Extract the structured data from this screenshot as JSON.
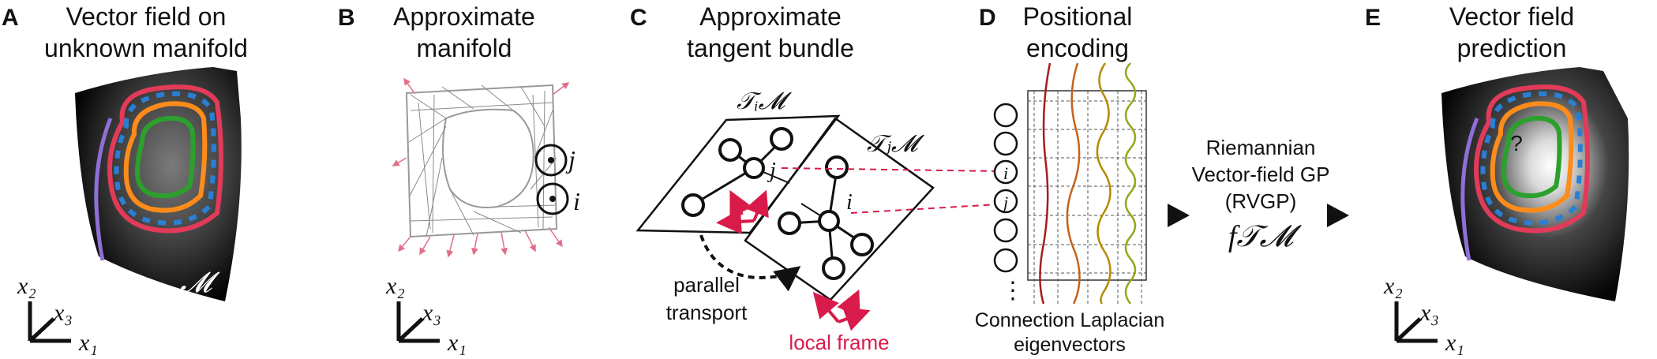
{
  "panels": [
    {
      "letter": "A",
      "title_line1": "Vector field on",
      "title_line2": "unknown manifold",
      "manifold_symbol": "𝓜"
    },
    {
      "letter": "B",
      "title_line1": "Approximate",
      "title_line2": "manifold",
      "node_j": "j",
      "node_i": "i"
    },
    {
      "letter": "C",
      "title_line1": "Approximate",
      "title_line2": "tangent bundle",
      "tangent_i": "𝒯ᵢ𝓜",
      "tangent_j": "𝒯ⱼ𝓜",
      "node_j": "j",
      "node_i": "i",
      "parallel_transport_line1": "parallel",
      "parallel_transport_line2": "transport",
      "local_frame": "local frame"
    },
    {
      "letter": "D",
      "title_line1": "Positional",
      "title_line2": "encoding",
      "row_i": "i",
      "row_j": "j",
      "ellipsis": "⋮",
      "caption_line1": "Connection Laplacian",
      "caption_line2": "eigenvectors"
    },
    {
      "letter": "E",
      "title_line1": "Vector field",
      "title_line2": "prediction",
      "unknown_mark": "?"
    }
  ],
  "model": {
    "line1": "Riemannian",
    "line2": "Vector-field GP",
    "line3": "(RVGP)",
    "symbol": "f𝒯𝓜"
  },
  "axes": {
    "x1": "x₁",
    "x2": "x₂",
    "x3": "x₃"
  },
  "colors": {
    "accent_red": "#d81b4a",
    "orange": "#ff8c1a",
    "green": "#2ca02c",
    "blue": "#2a7fd4",
    "purple": "#8f6fd8",
    "eig1": "#a51d1d",
    "eig2": "#c4621a",
    "eig3": "#b58b00",
    "eig4": "#9aa51d"
  }
}
